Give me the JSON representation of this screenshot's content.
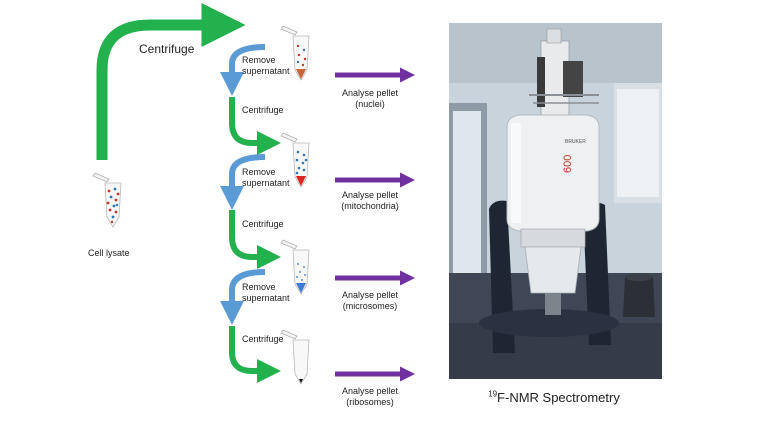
{
  "colors": {
    "green": "#22b14c",
    "blue": "#5b9bd5",
    "purple": "#7030a0",
    "red_particle": "#c0392b",
    "blue_particle": "#2e75b6"
  },
  "labels": {
    "top_centrifuge": "Centrifuge",
    "cell_lysate": "Cell lysate",
    "remove_supernatant_line1": "Remove",
    "remove_supernatant_line2": "supernatant",
    "centrifuge": "Centrifuge"
  },
  "analyses": [
    {
      "line1": "Analyse pellet",
      "line2": "(nuclei)"
    },
    {
      "line1": "Analyse pellet",
      "line2": "(mitochondria)"
    },
    {
      "line1": "Analyse pellet",
      "line2": "(microsomes)"
    },
    {
      "line1": "Analyse pellet",
      "line2": "(ribosomes)"
    }
  ],
  "caption": {
    "superscript": "19",
    "text": "F-NMR Spectrometry"
  },
  "photo": {
    "magnet_brand": "BRUKER",
    "magnet_label": "600"
  }
}
